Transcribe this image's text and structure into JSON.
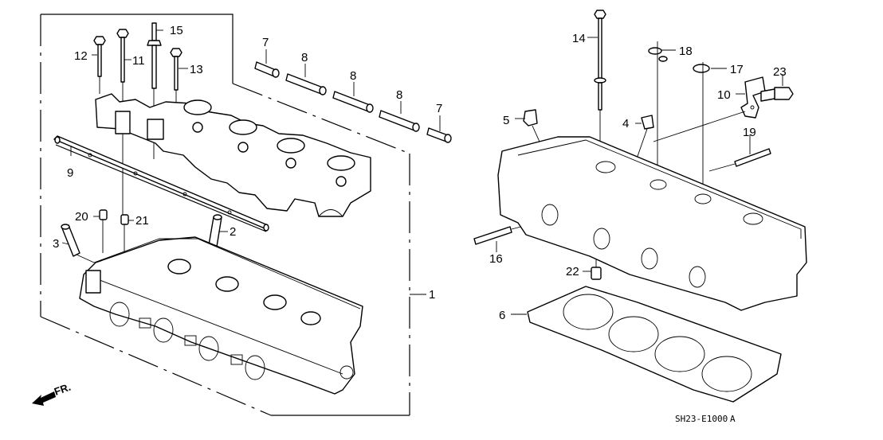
{
  "diagram": {
    "title": "Cylinder Head Exploded View",
    "drawing_code": "SH23-E1000",
    "revision": "A",
    "direction_indicator": "FR.",
    "callouts": [
      {
        "id": "c1",
        "label": "1"
      },
      {
        "id": "c2",
        "label": "2"
      },
      {
        "id": "c3",
        "label": "3"
      },
      {
        "id": "c4",
        "label": "4"
      },
      {
        "id": "c5",
        "label": "5"
      },
      {
        "id": "c6",
        "label": "6"
      },
      {
        "id": "c7a",
        "label": "7"
      },
      {
        "id": "c7b",
        "label": "7"
      },
      {
        "id": "c8a",
        "label": "8"
      },
      {
        "id": "c8b",
        "label": "8"
      },
      {
        "id": "c8c",
        "label": "8"
      },
      {
        "id": "c9",
        "label": "9"
      },
      {
        "id": "c10",
        "label": "10"
      },
      {
        "id": "c11",
        "label": "11"
      },
      {
        "id": "c12",
        "label": "12"
      },
      {
        "id": "c13",
        "label": "13"
      },
      {
        "id": "c14",
        "label": "14"
      },
      {
        "id": "c15",
        "label": "15"
      },
      {
        "id": "c16",
        "label": "16"
      },
      {
        "id": "c17",
        "label": "17"
      },
      {
        "id": "c18",
        "label": "18"
      },
      {
        "id": "c19",
        "label": "19"
      },
      {
        "id": "c20",
        "label": "20"
      },
      {
        "id": "c21",
        "label": "21"
      },
      {
        "id": "c22",
        "label": "22"
      },
      {
        "id": "c23",
        "label": "23"
      }
    ]
  }
}
